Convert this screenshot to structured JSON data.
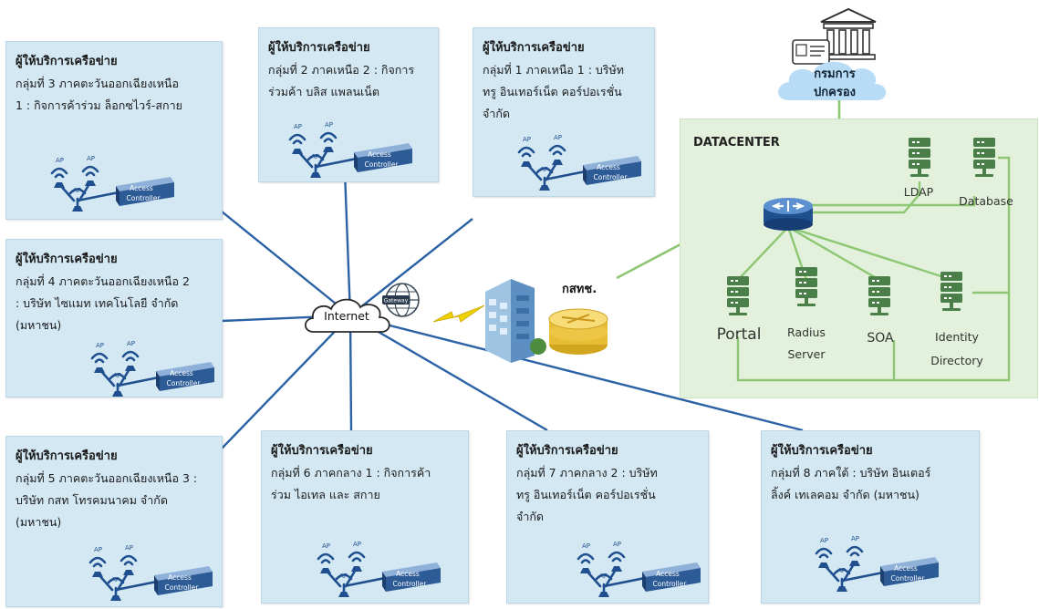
{
  "providers": [
    {
      "title": "ผู้ให้บริการเครือข่าย",
      "lines": [
        "กลุ่มที่ 3 ภาคตะวันออกเฉียงเหนือ",
        "1 : กิจการค้าร่วม ล็อกซไวร์-สกาย"
      ]
    },
    {
      "title": "ผู้ให้บริการเครือข่าย",
      "lines": [
        "กลุ่มที่ 2 ภาคเหนือ 2 : กิจการ",
        "ร่วมค้า บลิส แพลนเน็ต"
      ]
    },
    {
      "title": "ผู้ให้บริการเครือข่าย",
      "lines": [
        "กลุ่มที่ 1 ภาคเหนือ 1 : บริษัท",
        "ทรู อินเทอร์เน็ต คอร์ปอเรชั่น",
        "จำกัด"
      ]
    },
    {
      "title": "ผู้ให้บริการเครือข่าย",
      "lines": [
        "กลุ่มที่ 4 ภาคตะวันออกเฉียงเหนือ 2",
        ": บริษัท ไซแมท เทคโนโลยี จำกัด",
        "(มหาชน)"
      ]
    },
    {
      "title": "ผู้ให้บริการเครือข่าย",
      "lines": [
        "กลุ่มที่ 5 ภาคตะวันออกเฉียงเหนือ 3 :",
        "บริษัท กสท โทรคมนาคม จำกัด",
        "(มหาชน)"
      ]
    },
    {
      "title": "ผู้ให้บริการเครือข่าย",
      "lines": [
        "กลุ่มที่ 6 ภาคกลาง 1 : กิจการค้า",
        "ร่วม ไอเทล และ สกาย"
      ]
    },
    {
      "title": "ผู้ให้บริการเครือข่าย",
      "lines": [
        "กลุ่มที่ 7 ภาคกลาง 2 : บริษัท",
        "ทรู อินเทอร์เน็ต คอร์ปอเรชั่น",
        "จำกัด"
      ]
    },
    {
      "title": "ผู้ให้บริการเครือข่าย",
      "lines": [
        "กลุ่มที่ 8 ภาคใต้ : บริษัท อินเตอร์",
        "ลิ้งค์ เทเลคอม จำกัด (มหาชน)"
      ]
    }
  ],
  "ap_diagram": {
    "ap_label": "AP",
    "controller_line1": "Access",
    "controller_line2": "Controller"
  },
  "internet": {
    "label": "Internet",
    "gateway_label": "Gateway"
  },
  "hub": {
    "label": "กสทช."
  },
  "government": {
    "line1": "กรมการ",
    "line2": "ปกครอง"
  },
  "datacenter": {
    "title": "DATACENTER",
    "ldap": "LDAP",
    "database": "Database",
    "portal": "Portal",
    "radius_line1": "Radius",
    "radius_line2": "Server",
    "soa": "SOA",
    "identity_line1": "Identity",
    "identity_line2": "Directory"
  },
  "colors": {
    "provider_box": "#d3e8f3",
    "datacenter_box": "#e3f1dc",
    "link_blue": "#2a62a5",
    "link_green": "#8dc773",
    "server": "#4a7f4a"
  }
}
